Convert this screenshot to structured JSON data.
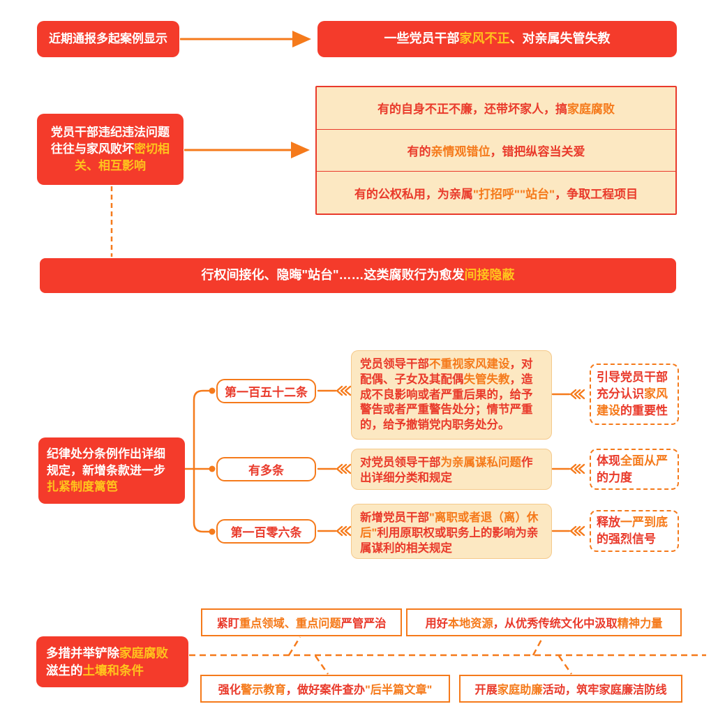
{
  "colors": {
    "red": "#f43b2b",
    "yellow": "#ffc41d",
    "orange": "#f57a1b",
    "cream": "#fce8c2",
    "tred": "#e93a2b"
  },
  "section1": {
    "left_box": [
      {
        "t": "近期通报多起案例显示",
        "s": "w"
      }
    ],
    "right_box": [
      {
        "t": "一些党员干部",
        "s": "w"
      },
      {
        "t": "家风不正",
        "s": "y"
      },
      {
        "t": "、对亲属失管失教",
        "s": "w"
      }
    ]
  },
  "section2": {
    "left_box": [
      {
        "t": "党员干部违纪违法问题往往与家风败坏",
        "s": "w"
      },
      {
        "t": "密切相关、相互影响",
        "s": "y"
      }
    ],
    "list_rows": [
      [
        {
          "t": "有的自身不正不廉，还带坏家人，搞",
          "s": "r"
        },
        {
          "t": "家庭腐败",
          "s": "o"
        }
      ],
      [
        {
          "t": "有的",
          "s": "r"
        },
        {
          "t": "亲情观错位",
          "s": "o"
        },
        {
          "t": "，错把纵容当关爱",
          "s": "r"
        }
      ],
      [
        {
          "t": "有的公权私用，为亲属",
          "s": "r"
        },
        {
          "t": "\"打招呼\"\"站台\"",
          "s": "o"
        },
        {
          "t": "，争取工程项目",
          "s": "r"
        }
      ]
    ],
    "banner": [
      {
        "t": "行权间接化、隐晦\"站台\"……这类腐败行为愈发",
        "s": "w"
      },
      {
        "t": "间接隐蔽",
        "s": "y"
      }
    ]
  },
  "section3": {
    "left_box": [
      {
        "t": "纪律处分条例作出详细规定，新增条款进一步",
        "s": "w"
      },
      {
        "t": "扎紧制度篱笆",
        "s": "y"
      }
    ],
    "rows": [
      {
        "label": [
          {
            "t": "第一百五十二条",
            "s": "r"
          }
        ],
        "detail": [
          {
            "t": "党员领导干部",
            "s": "r"
          },
          {
            "t": "不重视家风建设",
            "s": "o"
          },
          {
            "t": "，对配偶、子女及其配偶",
            "s": "r"
          },
          {
            "t": "失管失教",
            "s": "o"
          },
          {
            "t": "，造成不良影响或者严重后果的，给予警告或者严重警告处分；情节严重的，给予撤销党内职务处分。",
            "s": "r"
          }
        ],
        "note": [
          {
            "t": "引导党员干部充分认识",
            "s": "r"
          },
          {
            "t": "家风建设",
            "s": "o"
          },
          {
            "t": "的重要性",
            "s": "r"
          }
        ]
      },
      {
        "label": [
          {
            "t": "有多条",
            "s": "r"
          }
        ],
        "detail": [
          {
            "t": "对党员领导干部",
            "s": "r"
          },
          {
            "t": "为亲属谋私问题",
            "s": "o"
          },
          {
            "t": "作出详细分类和规定",
            "s": "r"
          }
        ],
        "note": [
          {
            "t": "体现",
            "s": "r"
          },
          {
            "t": "全面从严",
            "s": "o"
          },
          {
            "t": "的力度",
            "s": "r"
          }
        ]
      },
      {
        "label": [
          {
            "t": "第一百零六条",
            "s": "r"
          }
        ],
        "detail": [
          {
            "t": "新增党员干部",
            "s": "r"
          },
          {
            "t": "\"离职或者退（离）休后\"",
            "s": "o"
          },
          {
            "t": "利用原职权或职务上的影响为亲属谋利的相关规定",
            "s": "r"
          }
        ],
        "note": [
          {
            "t": "释放",
            "s": "r"
          },
          {
            "t": "一严到底",
            "s": "o"
          },
          {
            "t": "的强烈信号",
            "s": "r"
          }
        ]
      }
    ]
  },
  "section4": {
    "left_box": [
      {
        "t": "多措并举铲除",
        "s": "w"
      },
      {
        "t": "家庭腐败",
        "s": "y"
      },
      {
        "t": "滋生的",
        "s": "w"
      },
      {
        "t": "土壤和条件",
        "s": "y"
      }
    ],
    "measures": [
      [
        {
          "t": "紧盯",
          "s": "r"
        },
        {
          "t": "重点领域、重点问题",
          "s": "o"
        },
        {
          "t": "严管严治",
          "s": "r"
        }
      ],
      [
        {
          "t": "用好",
          "s": "r"
        },
        {
          "t": "本地资源",
          "s": "o"
        },
        {
          "t": "，从优秀传统文化中汲取",
          "s": "r"
        },
        {
          "t": "精神力量",
          "s": "o"
        }
      ],
      [
        {
          "t": "强化",
          "s": "r"
        },
        {
          "t": "警示教育",
          "s": "o"
        },
        {
          "t": "，做好案件查办",
          "s": "r"
        },
        {
          "t": "\"后半篇文章\"",
          "s": "o"
        }
      ],
      [
        {
          "t": "开展",
          "s": "r"
        },
        {
          "t": "家庭助廉",
          "s": "o"
        },
        {
          "t": "活动，筑牢家庭廉洁防线",
          "s": "r"
        }
      ]
    ]
  }
}
